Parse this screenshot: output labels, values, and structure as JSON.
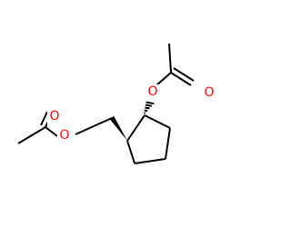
{
  "molecule": {
    "atom_color_oxygen": "#ff0d0d",
    "bond_color": "#000000",
    "background": "#ffffff",
    "atoms": {
      "o_ring_ester": "O",
      "o_ring_carbonyl": "O",
      "o_chain_ester": "O",
      "o_chain_carbonyl": "O"
    }
  }
}
